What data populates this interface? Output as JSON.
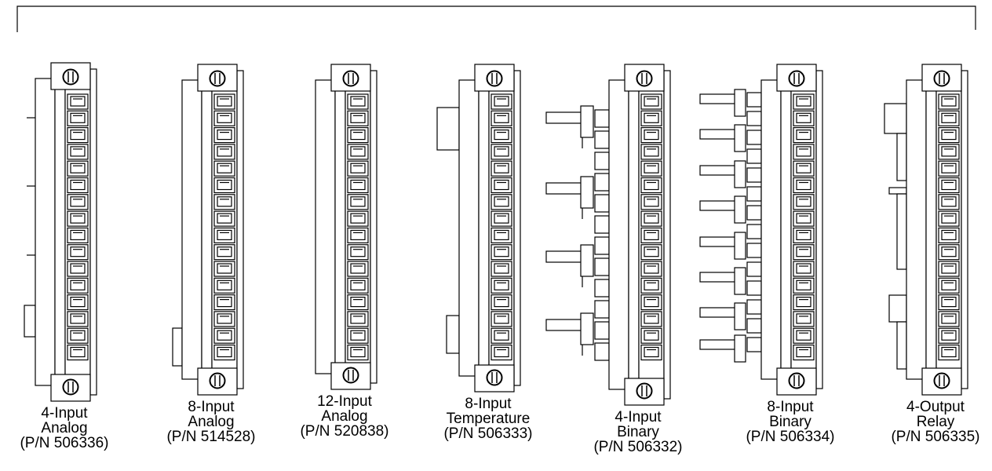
{
  "connectors": [
    {
      "kind": "analog4",
      "lines": [
        "4-Input",
        "Analog",
        "(P/N 506336)"
      ]
    },
    {
      "kind": "analog8",
      "lines": [
        "8-Input",
        "Analog",
        "(P/N 514528)"
      ]
    },
    {
      "kind": "analog12",
      "lines": [
        "12-Input",
        "Analog",
        "(P/N 520838)"
      ]
    },
    {
      "kind": "temperature",
      "lines": [
        "8-Input",
        "Temperature",
        "(P/N 506333)"
      ]
    },
    {
      "kind": "binary4",
      "lines": [
        "4-Input",
        "Binary",
        "(P/N 506332)"
      ]
    },
    {
      "kind": "binary8",
      "lines": [
        "8-Input",
        "Binary",
        "(P/N 506334)"
      ]
    },
    {
      "kind": "relay",
      "lines": [
        "4-Output",
        "Relay",
        "(P/N 506335)"
      ]
    }
  ],
  "terminals_per_block": 16,
  "colors": {
    "stroke": "#000000",
    "fill": "#ffffff"
  }
}
